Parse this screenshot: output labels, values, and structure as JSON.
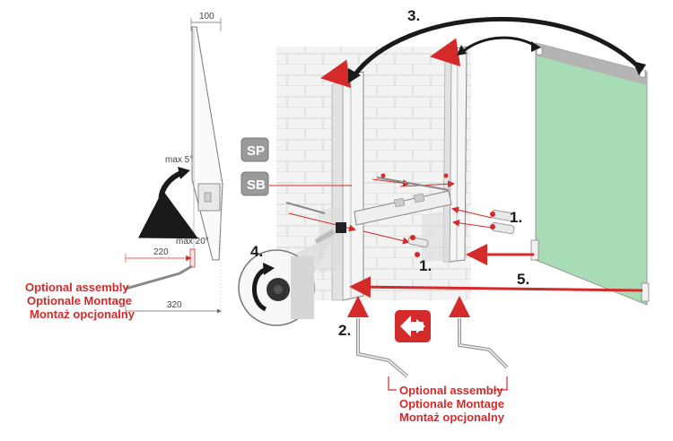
{
  "side_view": {
    "top_dimension": "100",
    "angle_top": "max 5°",
    "angle_bottom": "max 20°",
    "dim_220": "220",
    "dim_320": "320"
  },
  "badges": {
    "sp": "SP",
    "sb": "SB"
  },
  "steps": {
    "s1a": "1.",
    "s1b": "1.",
    "s2": "2.",
    "s3": "3.",
    "s4": "4.",
    "s5": "5."
  },
  "optional_left": [
    "Optional assembly",
    "Optionale Montage",
    "Montaż opcjonalny"
  ],
  "optional_bottom": [
    "Optional assembly",
    "Optionale Montage",
    "Montaż opcjonalny"
  ],
  "colors": {
    "accent": "#d42a2a",
    "panel": "#a8dcb5",
    "badge": "#9a9a9a",
    "wall": "#f2f2f2"
  }
}
